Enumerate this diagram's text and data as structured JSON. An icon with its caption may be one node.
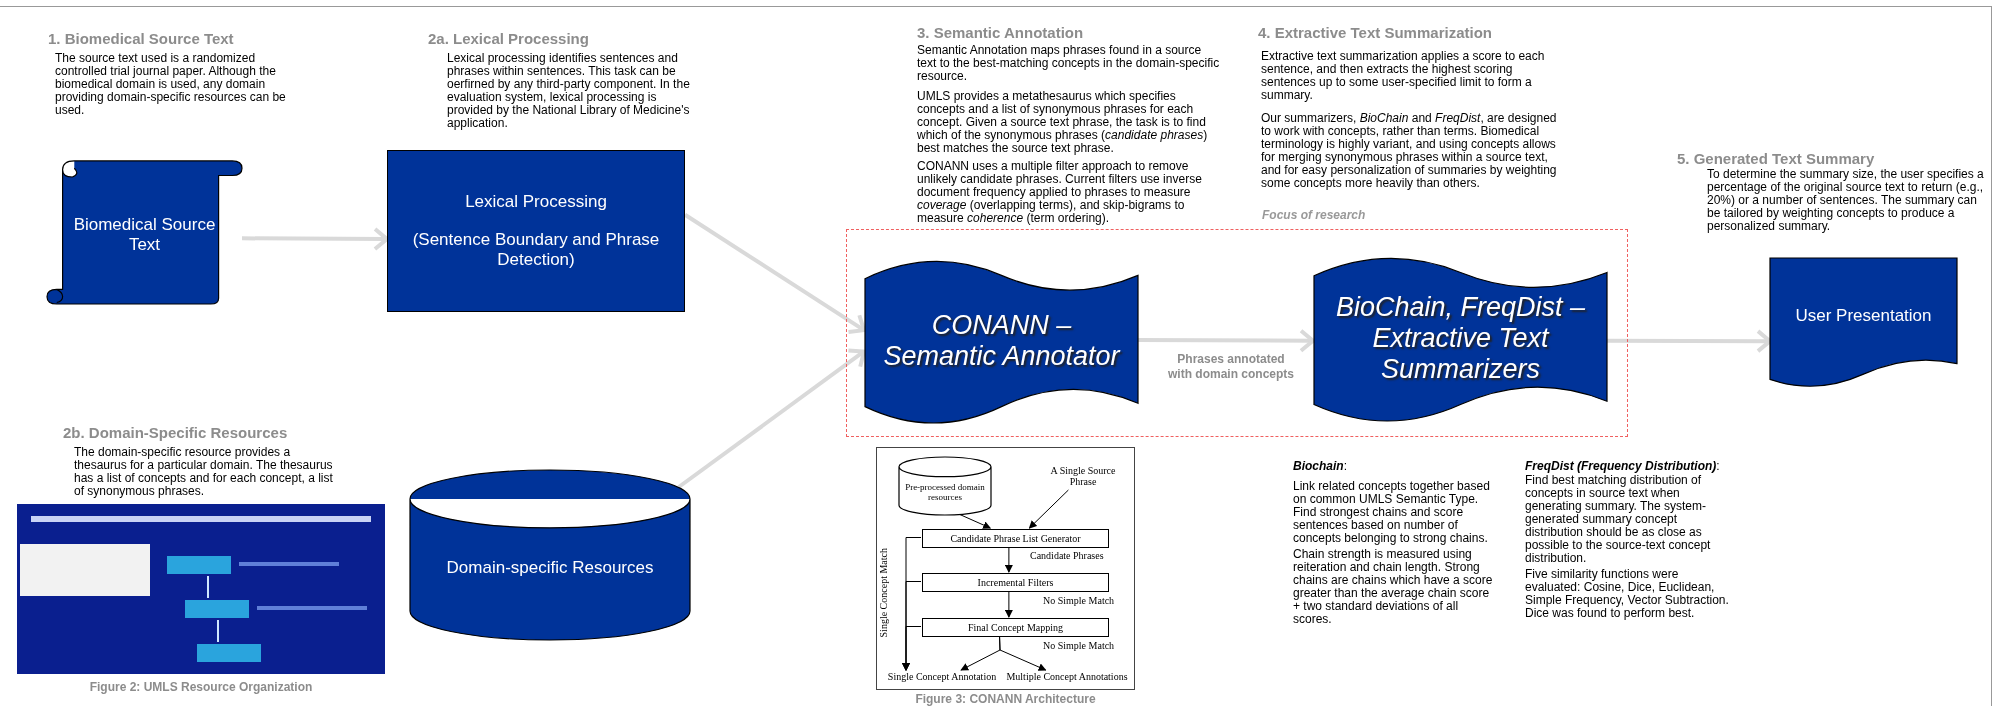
{
  "diagram": {
    "nodes": [
      {
        "text": [
          "Biomedical Source Text"
        ]
      },
      {
        "text": [
          "Lexical Processing",
          "(Sentence Boundary and Phrase Detection)"
        ]
      },
      {
        "text": [
          "Focus of research"
        ]
      },
      {
        "text": [
          "CONANN – Semantic Annotator"
        ],
        "in": 2
      },
      {
        "text": [
          "BioChain, FreqDist – Extractive Text Summarizers"
        ],
        "in": 2
      },
      {
        "text": [
          "User Presentation"
        ]
      },
      {
        "text": [
          "Domain-specific Resources"
        ]
      },
      {
        "text": [
          "Figure 3: CONANN Architecture"
        ]
      },
      {
        "text": [
          "Pre-processed domain resources"
        ],
        "in": 7
      },
      {
        "text": [
          "A Single Source Phrase"
        ],
        "in": 7
      },
      {
        "text": [
          "Candidate Phrase List Generator"
        ],
        "in": 7
      },
      {
        "text": [
          "Incremental Filters"
        ],
        "in": 7
      },
      {
        "text": [
          "Final Concept Mapping"
        ],
        "in": 7
      },
      {
        "text": [
          "Single Concept Annotation"
        ],
        "in": 7
      },
      {
        "text": [
          "Multiple Concept Annotations"
        ],
        "in": 7
      }
    ],
    "edges": [
      {
        "from": 0,
        "to": 1,
        "arrow": "to",
        "style": "thick",
        "color": "#d9d9d9"
      },
      {
        "from": 1,
        "to": 3,
        "arrow": "to",
        "style": "thick",
        "color": "#d9d9d9"
      },
      {
        "from": 6,
        "to": 3,
        "arrow": "to",
        "style": "thick",
        "color": "#d9d9d9"
      },
      {
        "from": 3,
        "to": 4,
        "label": "Phrases annotated with domain concepts",
        "arrow": "to",
        "style": "thick",
        "color": "#d9d9d9"
      },
      {
        "from": 4,
        "to": 5,
        "arrow": "to",
        "style": "thick",
        "color": "#d9d9d9"
      },
      {
        "from": 8,
        "to": 10,
        "arrow": "to"
      },
      {
        "from": 9,
        "to": 10,
        "arrow": "to"
      },
      {
        "from": 10,
        "to": 11,
        "label": "Candidate Phrases",
        "arrow": "to"
      },
      {
        "from": 11,
        "to": 12,
        "label": "No Simple Match",
        "arrow": "to"
      },
      {
        "from": 12,
        "to": 13,
        "arrow": "to"
      },
      {
        "from": 12,
        "to": 14,
        "label": "No Simple Match",
        "arrow": "to"
      },
      {
        "from": 10,
        "to": 13,
        "arrow": "to"
      },
      {
        "from": 11,
        "to": 13,
        "arrow": "to"
      },
      {
        "from": 12,
        "to": 13,
        "arrow": "to"
      }
    ],
    "labels": [
      "1. Biomedical Source Text",
      "The source text used is a randomized controlled trial journal paper. Although the biomedical domain is used, any domain providing domain-specific resources can be used.",
      "2a. Lexical Processing",
      "Lexical processing identifies sentences and phrases within sentences. This task can be oerfirned by any third-party component. In the evaluation system, lexical processing is provided by the National Library of Medicine's application.",
      "3. Semantic Annotation",
      "Semantic Annotation maps phrases found in a source text to the best-matching concepts in the domain-specific resource.",
      "UMLS provides a metathesaurus which specifies concepts and a list of synonymous phrases for each concept. Given a source text phrase, the task is to find which of the synonymous phrases (*candidate phrases*) best matches the source text phrase.",
      "CONANN uses a multiple filter approach to remove unlikely candidate phrases. Current filters use inverse document frequency applied to phrases to measure *coverage* (overlapping terms), and skip-bigrams to measure *coherence* (term ordering).",
      "4. Extractive Text Summarization",
      "Extractive text summarization applies a score to each sentence, and then extracts the highest scoring sentences up to some user-specified limit to form a summary.",
      "Our summarizers, *BioChain* and *FreqDist*, are designed to work with concepts, rather than terms. Biomedical terminology is highly variant, and using concepts allows for merging synonymous phrases within a source text, and for easy personalization of summaries by weighting some concepts more heavily than others.",
      "5. Generated Text Summary",
      "To determine the summary size, the user specifies a percentage of the original source text to return (e.g., 20%) or a number of sentences. The summary can be tailored by weighting concepts to produce a personalized summary.",
      "2b. Domain-Specific Resources",
      "The domain-specific resource provides a thesaurus for a particular domain. The thesaurus has a list of concepts and for each concept, a list of synonymous phrases.",
      "Figure 2: UMLS Resource Organization",
      "Single Concept Match",
      "**Biochain**:",
      "Link related concepts together based on common UMLS Semantic Type. Find strongest chains and score sentences based on number of concepts belonging to strong chains.",
      "Chain strength is measured using reiteration and chain length. Strong chains are chains which have a score greater than the average chain score + two standard deviations of all scores.",
      "**FreqDist (Frequency Distribution)**:",
      "Find best matching distribution of concepts in source text when generating summary. The system-generated summary concept distribution should be as close as possible to the source-text concept distribution.",
      "Five similarity functions were evaluated: Cosine, Dice, Euclidean, Simple Frequency, Vector Subtraction. Dice was found to perform best."
    ]
  }
}
